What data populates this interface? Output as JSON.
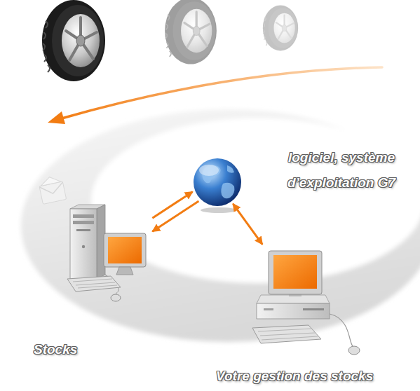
{
  "diagram": {
    "nodes": [
      {
        "text": [
          "logiciel, système d’exploitation G7"
        ]
      },
      {
        "text": [
          "Stocks"
        ]
      },
      {
        "text": [
          "Votre gestion des stocks"
        ]
      }
    ],
    "edges": [
      {
        "from": 1,
        "to": 0,
        "arrow": "to"
      },
      {
        "from": 0,
        "to": 1,
        "arrow": "to"
      },
      {
        "from": 2,
        "to": 0,
        "arrow": "both"
      }
    ]
  }
}
